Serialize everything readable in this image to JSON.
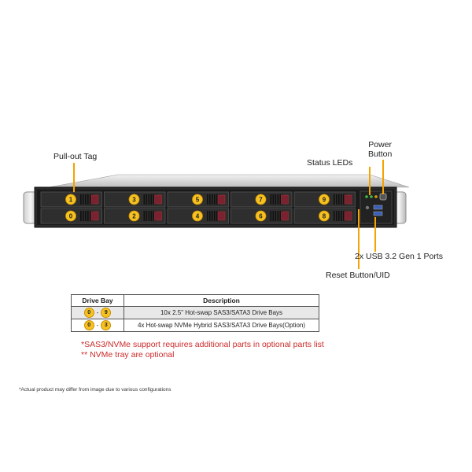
{
  "callouts": {
    "pull_out_tag": "Pull-out Tag",
    "power_button": "Power\nButton",
    "status_leds": "Status LEDs",
    "usb_ports": "2x USB 3.2 Gen 1 Ports",
    "reset_button": "Reset Button/UID"
  },
  "bay_numbers": {
    "top": [
      "1",
      "3",
      "5",
      "7",
      "9"
    ],
    "bottom": [
      "0",
      "2",
      "4",
      "6",
      "8"
    ]
  },
  "legend": {
    "headers": [
      "Drive Bay",
      "Description"
    ],
    "rows": [
      {
        "start": "0",
        "end": "9",
        "sep": "-",
        "description": "10x 2.5\" Hot-swap  SAS3/SATA3 Drive  Bays"
      },
      {
        "start": "0",
        "end": "3",
        "sep": "-",
        "description": "4x Hot-swap NVMe Hybrid SAS3/SATA3 Drive  Bays(Option)"
      }
    ]
  },
  "notes": [
    "*SAS3/NVMe support requires additional parts in optional parts list",
    "** NVMe tray are optional"
  ],
  "disclaimer": "*Actual product may differ from image due to various configurations",
  "colors": {
    "callout": "#f4a300",
    "note": "#cc2a2a",
    "badge": "#f7c221"
  }
}
